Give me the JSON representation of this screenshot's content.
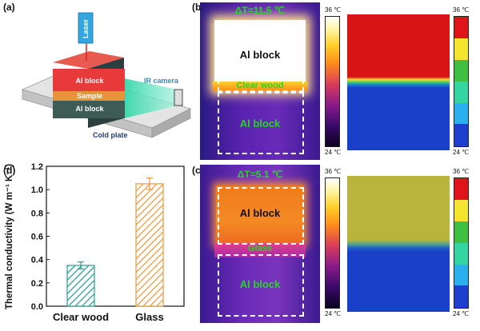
{
  "panels": {
    "a": {
      "label": "(a)",
      "laser": "Laser",
      "ir_camera": "IR camera",
      "layers": [
        "Al block",
        "Sample",
        "Al block"
      ],
      "cold_plate": "Cold plate"
    },
    "b": {
      "label": "(b)",
      "delta_t": "ΔT=11.5 ℃",
      "top_block": "Al block",
      "sample": "Clear wood",
      "bottom_block": "Al block",
      "scale_max": "36 ℃",
      "scale_min": "24 ℃"
    },
    "c": {
      "label": "(c)",
      "delta_t": "ΔT=5.1 ℃",
      "top_block": "Al block",
      "sample": "Glass",
      "bottom_block": "Al block",
      "scale_max": "36 ℃",
      "scale_min": "24 ℃"
    },
    "d": {
      "label": "(d)"
    }
  },
  "colors": {
    "thermal_background": "#5a1fa8",
    "hot_block_b": "#ffffff",
    "hot_block_c": "#f07a1a",
    "sim_hot_b": "#d81414",
    "sim_cold": "#1a3fc8",
    "sim_hot_c": "#b8b43c",
    "bar_clear_wood": "#2a9d8f",
    "bar_glass": "#e89a3c",
    "label_green": "#22d822"
  },
  "chart_data": {
    "type": "bar",
    "categories": [
      "Clear wood",
      "Glass"
    ],
    "values": [
      0.35,
      1.05
    ],
    "errors": [
      0.03,
      0.05
    ],
    "ylabel": "Thermal conductivity (W m⁻¹ K⁻¹)",
    "ylim": [
      0.0,
      1.2
    ],
    "yticks": [
      "0.0",
      "0.2",
      "0.4",
      "0.6",
      "0.8",
      "1.0",
      "1.2"
    ],
    "grid": false,
    "hatch": true
  }
}
